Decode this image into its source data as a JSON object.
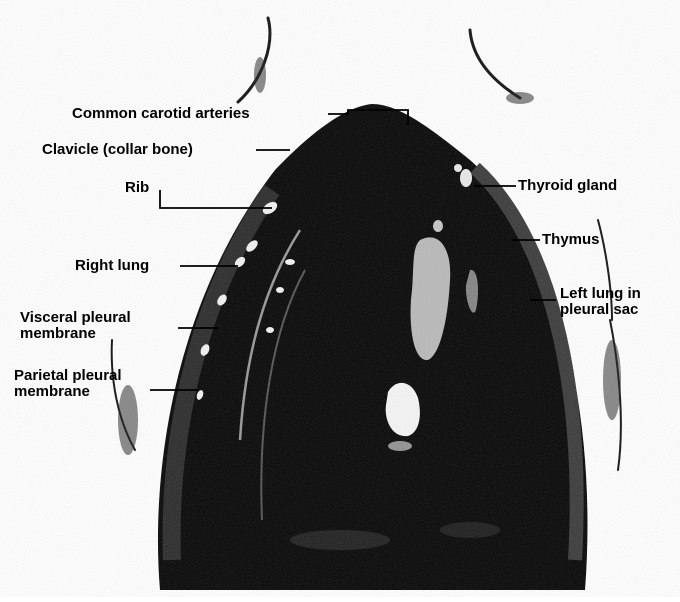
{
  "figure": {
    "labels": {
      "common_carotid": "Common carotid arteries",
      "clavicle": "Clavicle (collar bone)",
      "rib": "Rib",
      "right_lung": "Right lung",
      "visceral": "Visceral pleural\nmembrane",
      "parietal": "Parietal pleural\nmembrane",
      "thyroid": "Thyroid gland",
      "thymus": "Thymus",
      "left_lung": "Left lung in\npleural sac"
    },
    "colors": {
      "background": "#ffffff",
      "cavity": "#000000",
      "structures": "#ffffff",
      "label_text": "#000000"
    }
  }
}
